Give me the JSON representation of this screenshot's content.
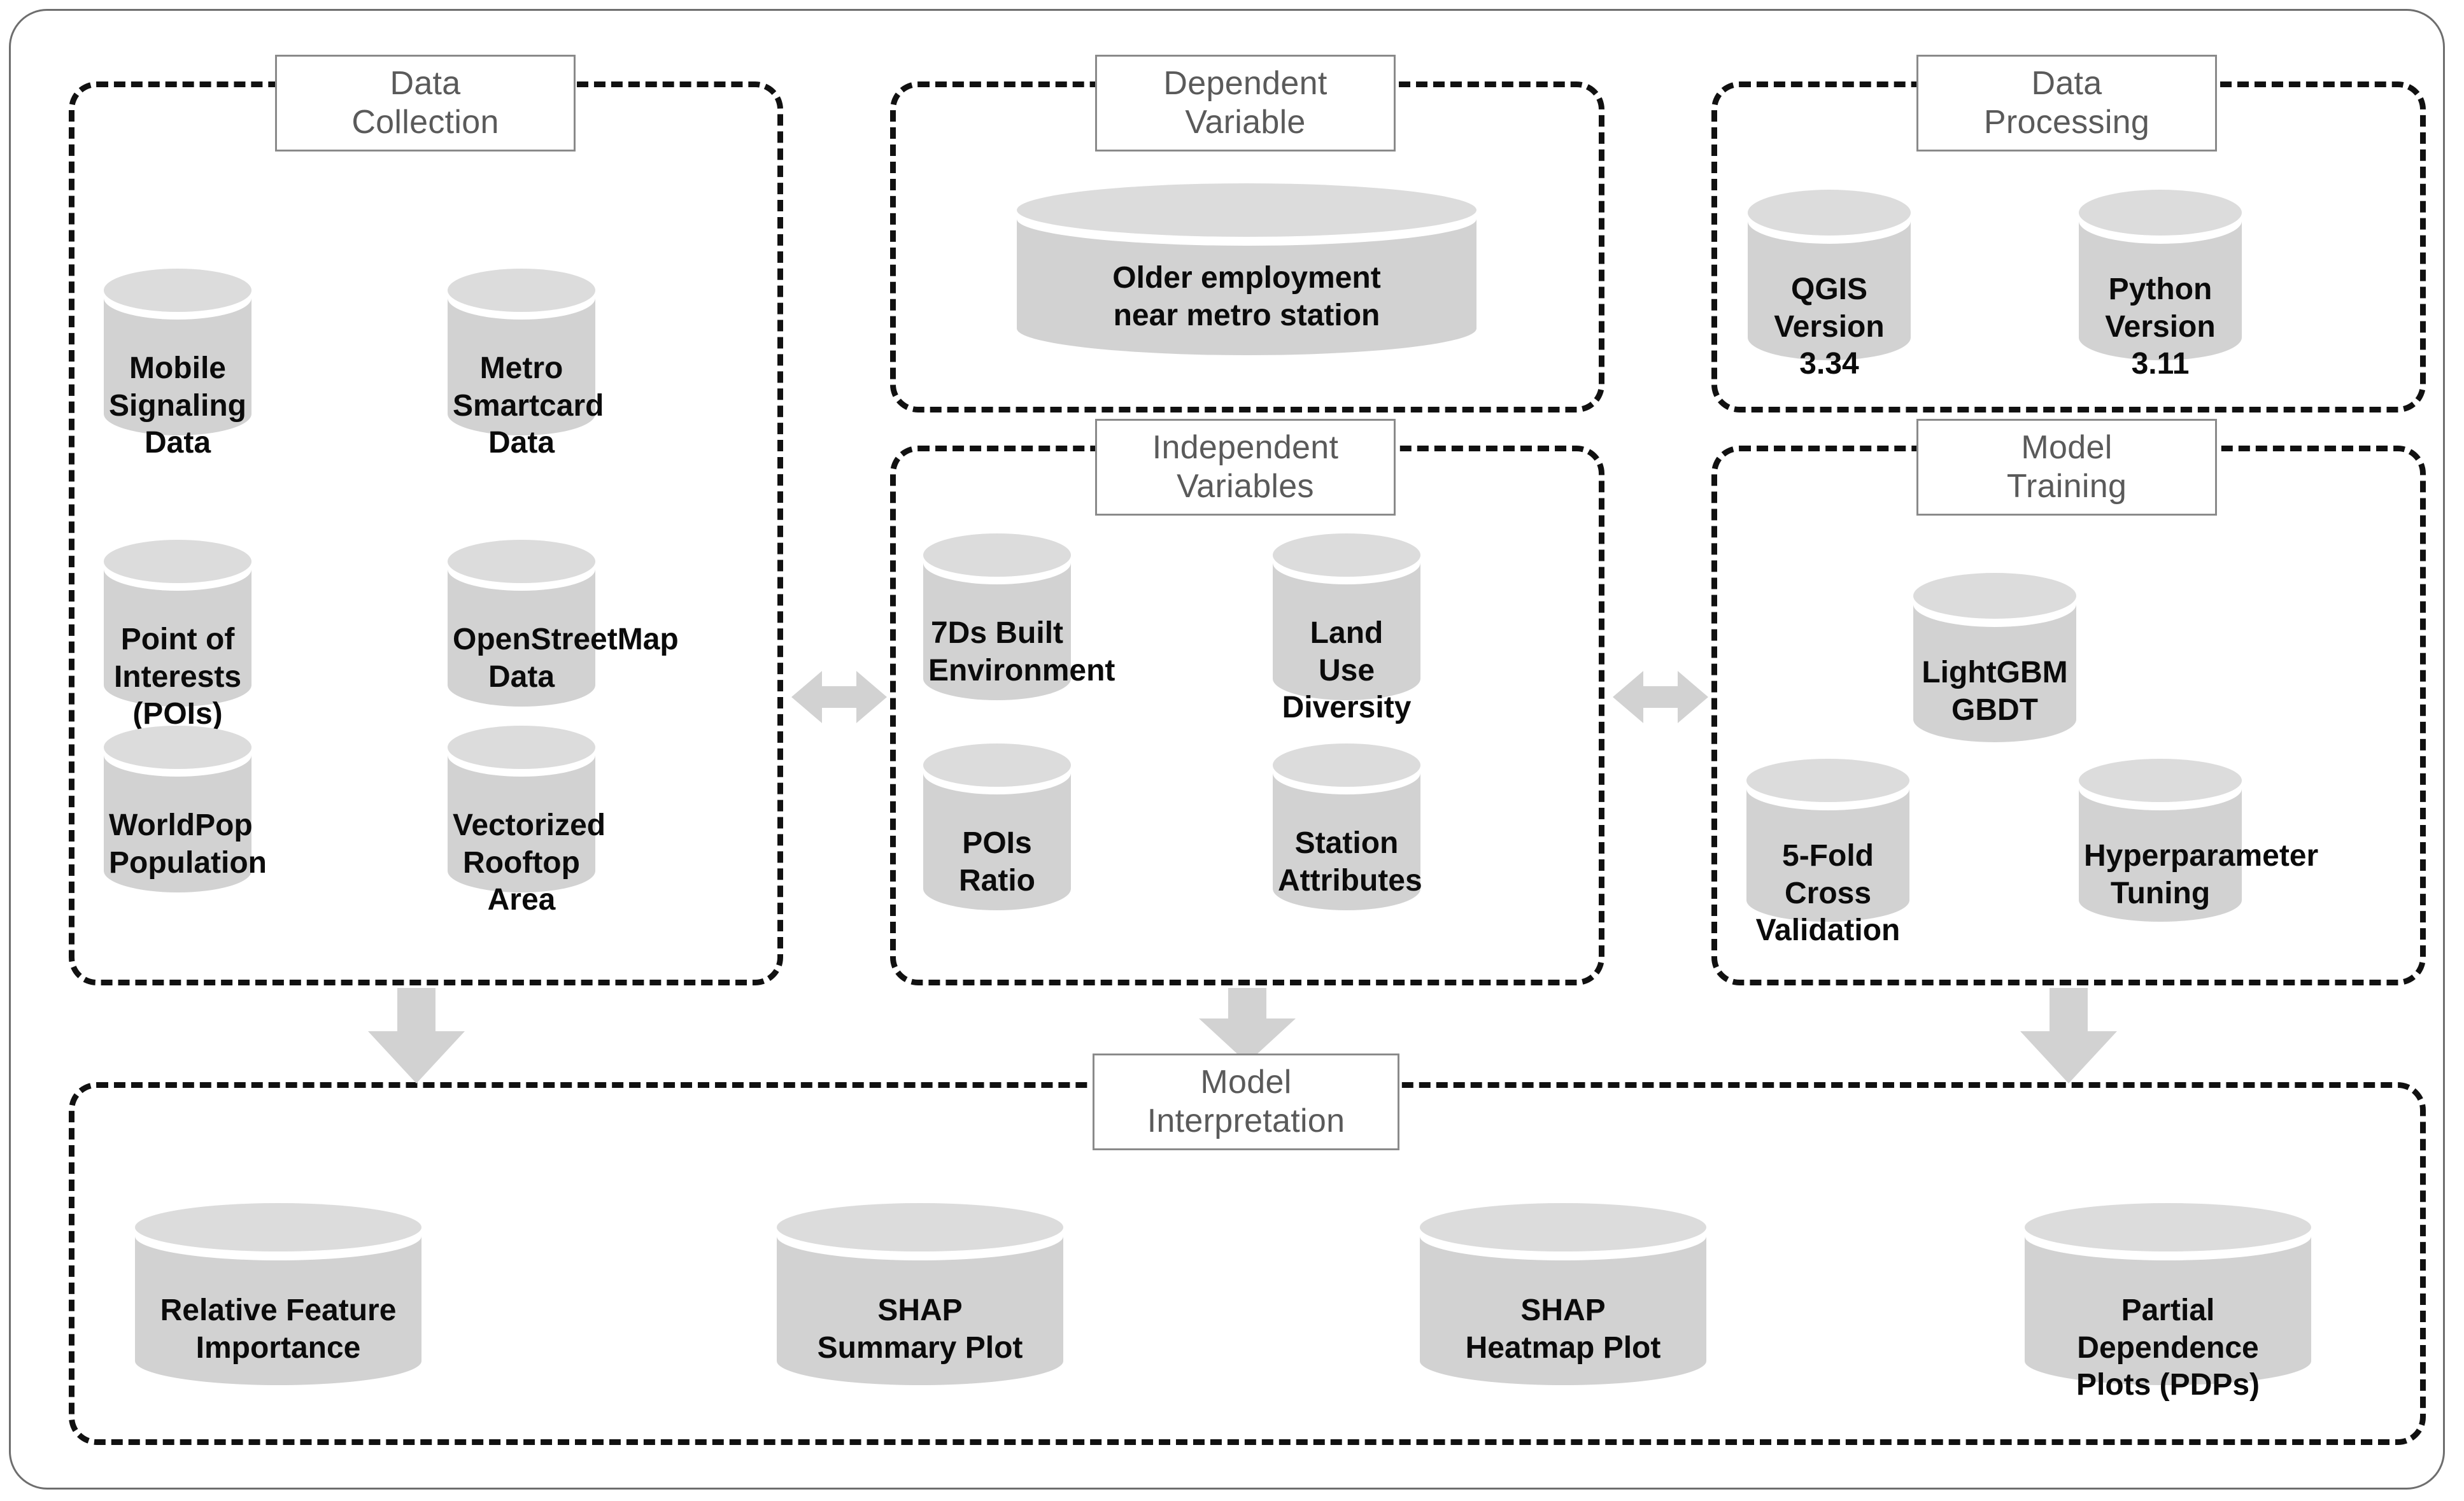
{
  "diagram": {
    "title": "Research Methodology Workflow",
    "accent_gray": "#d2d2d2",
    "cylinder_top_color": "#dcdcdc",
    "cylinder_body_color": "#d2d2d2",
    "arrow_color": "#d2d2d2",
    "header_text_color": "#5a5a5a",
    "node_text_color": "#0b0b0b"
  },
  "groups": {
    "data_collection": {
      "header": "Data\nCollection",
      "header_line1": "Data",
      "header_line2": "Collection",
      "nodes": [
        {
          "label": "Mobile Signaling\nData"
        },
        {
          "label": "Metro Smartcard\nData"
        },
        {
          "label": "Point of\nInterests (POIs)"
        },
        {
          "label": "OpenStreetMap\nData"
        },
        {
          "label": "WorldPop\nPopulation"
        },
        {
          "label": "Vectorized\nRooftop Area"
        }
      ]
    },
    "dependent_variable": {
      "header_line1": "Dependent",
      "header_line2": "Variable",
      "nodes": [
        {
          "label": "Older employment\nnear metro station"
        }
      ]
    },
    "independent_variables": {
      "header_line1": "Independent",
      "header_line2": "Variables",
      "nodes": [
        {
          "label": "7Ds Built\nEnvironment"
        },
        {
          "label": "Land Use\nDiversity"
        },
        {
          "label": "POIs\nRatio"
        },
        {
          "label": "Station\nAttributes"
        }
      ]
    },
    "data_processing": {
      "header_line1": "Data",
      "header_line2": "Processing",
      "nodes": [
        {
          "label": "QGIS\nVersion 3.34"
        },
        {
          "label": "Python\nVersion 3.11"
        }
      ]
    },
    "model_training": {
      "header_line1": "Model",
      "header_line2": "Training",
      "nodes": [
        {
          "label": "LightGBM\nGBDT"
        },
        {
          "label": "5-Fold Cross\nValidation"
        },
        {
          "label": "Hyperparameter\nTuning"
        }
      ]
    },
    "model_interpretation": {
      "header_line1": "Model",
      "header_line2": "Interpretation",
      "nodes": [
        {
          "label": "Relative Feature\nImportance"
        },
        {
          "label": "SHAP\nSummary Plot"
        },
        {
          "label": "SHAP\nHeatmap Plot"
        },
        {
          "label": "Partial Dependence\nPlots (PDPs)"
        }
      ]
    }
  },
  "connectors": [
    {
      "name": "collection-to-variables",
      "type": "double-horizontal"
    },
    {
      "name": "variables-to-training",
      "type": "double-horizontal"
    },
    {
      "name": "collection-to-interpretation",
      "type": "down"
    },
    {
      "name": "variables-to-interpretation",
      "type": "down"
    },
    {
      "name": "training-to-interpretation",
      "type": "down"
    }
  ]
}
